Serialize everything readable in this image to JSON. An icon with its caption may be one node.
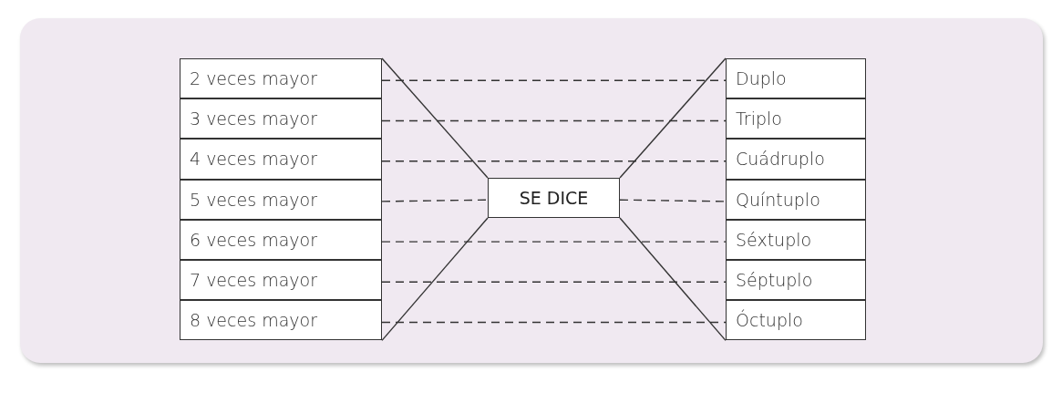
{
  "diagram": {
    "nodes": [
      {
        "text": [
          "2 veces mayor"
        ]
      },
      {
        "text": [
          "3 veces mayor"
        ]
      },
      {
        "text": [
          "4 veces mayor"
        ]
      },
      {
        "text": [
          "5 veces mayor"
        ]
      },
      {
        "text": [
          "6 veces mayor"
        ]
      },
      {
        "text": [
          "7 veces mayor"
        ]
      },
      {
        "text": [
          "8 veces mayor"
        ]
      },
      {
        "text": [
          "SE DICE"
        ]
      },
      {
        "text": [
          "Duplo"
        ]
      },
      {
        "text": [
          "Triplo"
        ]
      },
      {
        "text": [
          "Cuádruplo"
        ]
      },
      {
        "text": [
          "Quíntuplo"
        ]
      },
      {
        "text": [
          "Séxtuplo"
        ]
      },
      {
        "text": [
          "Séptuplo"
        ]
      },
      {
        "text": [
          "Óctuplo"
        ]
      }
    ],
    "edges": [
      {
        "from": 0,
        "to": 7,
        "arrow": "none"
      },
      {
        "from": 6,
        "to": 7,
        "arrow": "none"
      },
      {
        "from": 7,
        "to": 8,
        "arrow": "none"
      },
      {
        "from": 7,
        "to": 14,
        "arrow": "none"
      },
      {
        "from": 0,
        "to": 8,
        "arrow": "none",
        "style": "dashed"
      },
      {
        "from": 1,
        "to": 9,
        "arrow": "none",
        "style": "dashed"
      },
      {
        "from": 2,
        "to": 10,
        "arrow": "none",
        "style": "dashed"
      },
      {
        "from": 3,
        "to": 7,
        "arrow": "none",
        "style": "dashed"
      },
      {
        "from": 7,
        "to": 11,
        "arrow": "none",
        "style": "dashed"
      },
      {
        "from": 4,
        "to": 12,
        "arrow": "none",
        "style": "dashed"
      },
      {
        "from": 5,
        "to": 13,
        "arrow": "none",
        "style": "dashed"
      },
      {
        "from": 6,
        "to": 14,
        "arrow": "none",
        "style": "dashed"
      }
    ]
  }
}
